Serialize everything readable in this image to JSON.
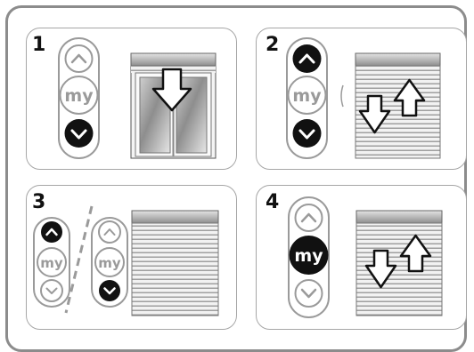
{
  "steps": [
    {
      "number": "1",
      "remote": {
        "up": "inactive",
        "my": "inactive",
        "down": "pressed",
        "my_label": "my"
      },
      "shutter": "window-open",
      "arrows": "down"
    },
    {
      "number": "2",
      "remote": {
        "up": "pressed",
        "my": "inactive",
        "down": "pressed",
        "my_label": "my"
      },
      "shutter": "closed",
      "arrows": "down-up"
    },
    {
      "number": "3",
      "remote_a": {
        "up": "pressed",
        "my": "inactive",
        "down": "inactive",
        "my_label": "my"
      },
      "remote_b": {
        "up": "inactive",
        "my": "inactive",
        "down": "pressed",
        "my_label": "my"
      },
      "shutter": "closed",
      "arrows": "none"
    },
    {
      "number": "4",
      "remote": {
        "up": "inactive",
        "my": "pressed",
        "down": "inactive",
        "my_label": "my"
      },
      "shutter": "closed",
      "arrows": "down-up"
    }
  ],
  "colors": {
    "pressed": "#111111",
    "inactive_stroke": "#9a9a9a",
    "panel_border": "#a6a6a6",
    "outer_border": "#8c8c8c"
  }
}
